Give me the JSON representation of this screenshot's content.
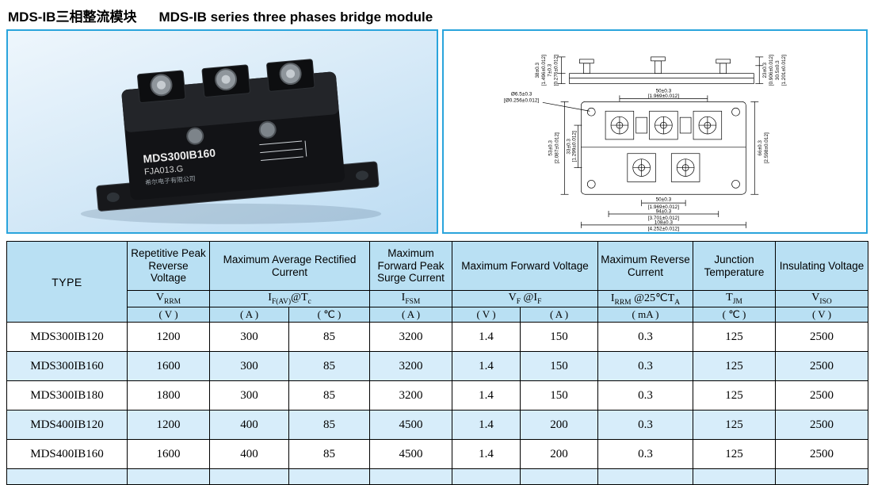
{
  "header": {
    "title_cn": "MDS-IB三相整流模块",
    "title_en": "MDS-IB series three phases bridge module"
  },
  "photo": {
    "label_model": "MDS300IB160",
    "label_code": "FJA013.G",
    "label_company": "希尔电子有限公司"
  },
  "drawing": {
    "dims": {
      "d38": {
        "mm": "38±0.3",
        "inch": "[1.496±0.012]"
      },
      "d7": {
        "mm": "7±0.3",
        "inch": "[0.276±0.012]"
      },
      "hole": {
        "mm": "Ø6.5±0.3",
        "inch": "[Ø0.256±0.012]"
      },
      "top50": {
        "mm": "50±0.3",
        "inch": "[1.969±0.012]"
      },
      "d23": {
        "mm": "23±0.3",
        "inch": "[0.906±0.012]"
      },
      "d305": {
        "mm": "30.5±0.3",
        "inch": "[1.201±0.012]"
      },
      "d53": {
        "mm": "53±0.3",
        "inch": "[2.087±0.012]"
      },
      "d33": {
        "mm": "33±0.3",
        "inch": "[1.299±0.012]"
      },
      "d66": {
        "mm": "66±0.3",
        "inch": "[2.598±0.012]"
      },
      "bot50": {
        "mm": "50±0.3",
        "inch": "[1.969±0.012]"
      },
      "d94": {
        "mm": "94±0.3",
        "inch": "[3.701±0.012]"
      },
      "d108": {
        "mm": "108±0.3",
        "inch": "[4.252±0.012]"
      }
    }
  },
  "table": {
    "col_headers": {
      "type": "TYPE",
      "vrrm": "Repetitive Peak Reverse Voltage",
      "ifav": "Maximum Average Rectified Current",
      "ifsm": "Maximum Forward Peak Surge Current",
      "vf": "Maximum Forward Voltage",
      "irrm": "Maximum Reverse Current",
      "tj": "Junction Temperature",
      "viso": "Insulating Voltage"
    },
    "symbols": {
      "vrrm": {
        "p1": "V",
        "s1": "RRM"
      },
      "ifav": {
        "p1": "I",
        "s1": "F(AV)",
        "p2": "@T",
        "s2": "c"
      },
      "ifsm": {
        "p1": "I",
        "s1": "FSM"
      },
      "vf": {
        "p1": "V",
        "s1": "F",
        "p2": " @I",
        "s2": "F"
      },
      "irrm": {
        "p1": "I",
        "s1": "RRM",
        "p2": " @25℃T",
        "s2": "A"
      },
      "tj": {
        "p1": "T",
        "s1": "JM"
      },
      "viso": {
        "p1": "V",
        "s1": "ISO"
      }
    },
    "units": {
      "vrrm": "( V )",
      "ifav_a": "( A )",
      "ifav_tc": "( ℃ )",
      "ifsm": "( A )",
      "vf_v": "( V )",
      "vf_a": "( A )",
      "irrm": "( mA )",
      "tj": "( ℃ )",
      "viso": "( V )"
    },
    "rows": [
      {
        "type": "MDS300IB120",
        "vrrm": "1200",
        "if_av": "300",
        "tc": "85",
        "ifsm": "3200",
        "vf": "1.4",
        "if": "150",
        "irrm": "0.3",
        "tj": "125",
        "viso": "2500"
      },
      {
        "type": "MDS300IB160",
        "vrrm": "1600",
        "if_av": "300",
        "tc": "85",
        "ifsm": "3200",
        "vf": "1.4",
        "if": "150",
        "irrm": "0.3",
        "tj": "125",
        "viso": "2500"
      },
      {
        "type": "MDS300IB180",
        "vrrm": "1800",
        "if_av": "300",
        "tc": "85",
        "ifsm": "3200",
        "vf": "1.4",
        "if": "150",
        "irrm": "0.3",
        "tj": "125",
        "viso": "2500"
      },
      {
        "type": "MDS400IB120",
        "vrrm": "1200",
        "if_av": "400",
        "tc": "85",
        "ifsm": "4500",
        "vf": "1.4",
        "if": "200",
        "irrm": "0.3",
        "tj": "125",
        "viso": "2500"
      },
      {
        "type": "MDS400IB160",
        "vrrm": "1600",
        "if_av": "400",
        "tc": "85",
        "ifsm": "4500",
        "vf": "1.4",
        "if": "200",
        "irrm": "0.3",
        "tj": "125",
        "viso": "2500"
      }
    ]
  }
}
